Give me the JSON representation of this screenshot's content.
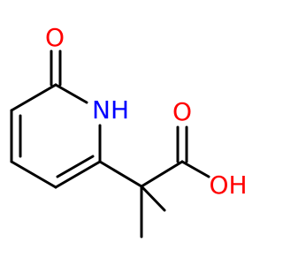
{
  "molecule": {
    "atoms": [
      {
        "id": "o_ketone",
        "label": "O",
        "color": "#ff0000"
      },
      {
        "id": "n_ring",
        "label": "NH",
        "color": "#0000ff"
      },
      {
        "id": "o_carbonyl",
        "label": "O",
        "color": "#ff0000"
      },
      {
        "id": "o_hydroxyl",
        "label": "OH",
        "color": "#ff0000"
      }
    ]
  },
  "colors": {
    "bond": "#000000",
    "background": "#ffffff"
  }
}
